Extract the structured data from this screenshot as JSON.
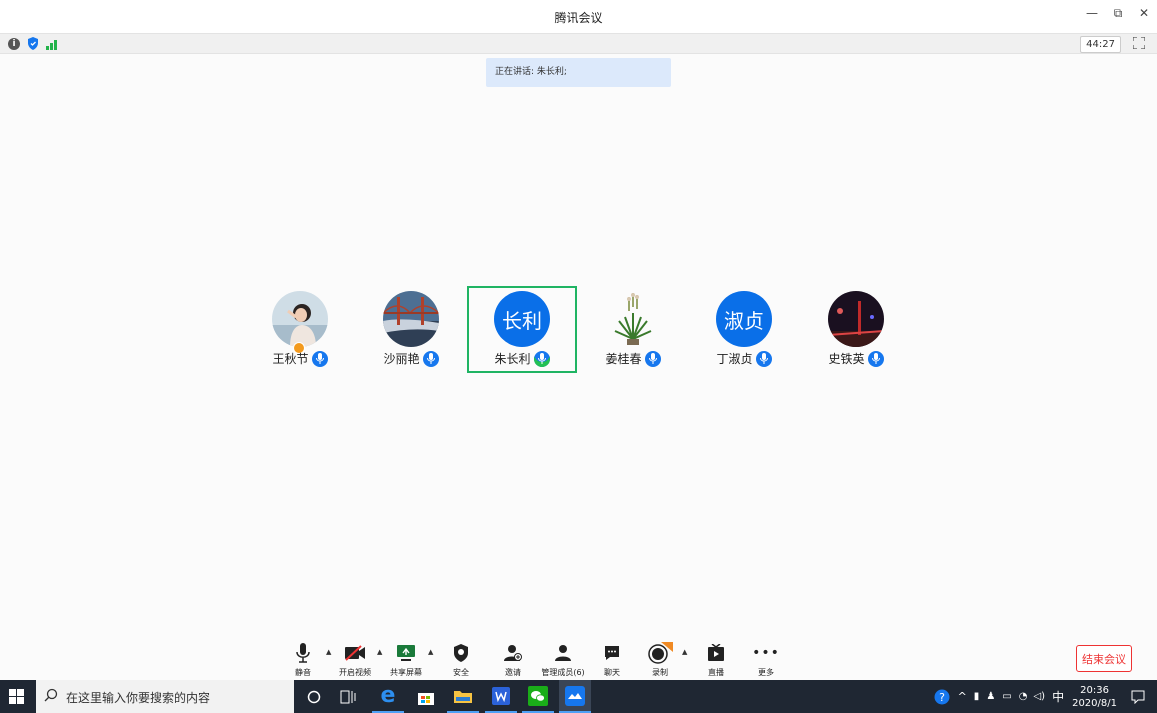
{
  "window": {
    "title": "腾讯会议",
    "controls": [
      "minimize-icon",
      "restore-icon",
      "close-icon"
    ]
  },
  "infobar": {
    "timer": "44:27"
  },
  "speaking": {
    "text": "正在讲话: 朱长利;"
  },
  "participants": [
    {
      "name": "王秋节",
      "avatar_type": "photo",
      "avatar_desc": "woman-photo",
      "host": true
    },
    {
      "name": "沙丽艳",
      "avatar_type": "photo",
      "avatar_desc": "golden-gate-photo"
    },
    {
      "name": "朱长利",
      "avatar_type": "text",
      "avatar_text": "长利",
      "speaking": true
    },
    {
      "name": "姜桂春",
      "avatar_type": "photo",
      "avatar_desc": "plant-photo"
    },
    {
      "name": "丁淑贞",
      "avatar_type": "text",
      "avatar_text": "淑贞"
    },
    {
      "name": "史铁英",
      "avatar_type": "photo",
      "avatar_desc": "night-city-photo"
    }
  ],
  "toolbar": {
    "mute": "静音",
    "video": "开启视频",
    "share": "共享屏幕",
    "security": "安全",
    "invite": "邀请",
    "members": "管理成员(6)",
    "chat": "聊天",
    "record": "录制",
    "live": "直播",
    "more": "更多",
    "end": "结束会议"
  },
  "taskbar": {
    "search_placeholder": "在这里输入你要搜索的内容",
    "time": "20:36",
    "date": "2020/8/1",
    "ime": "中"
  },
  "colors": {
    "accent": "#0a6fe8",
    "speaking_border": "#1fb463",
    "end": "#e33333",
    "taskbar": "#1f2733"
  }
}
